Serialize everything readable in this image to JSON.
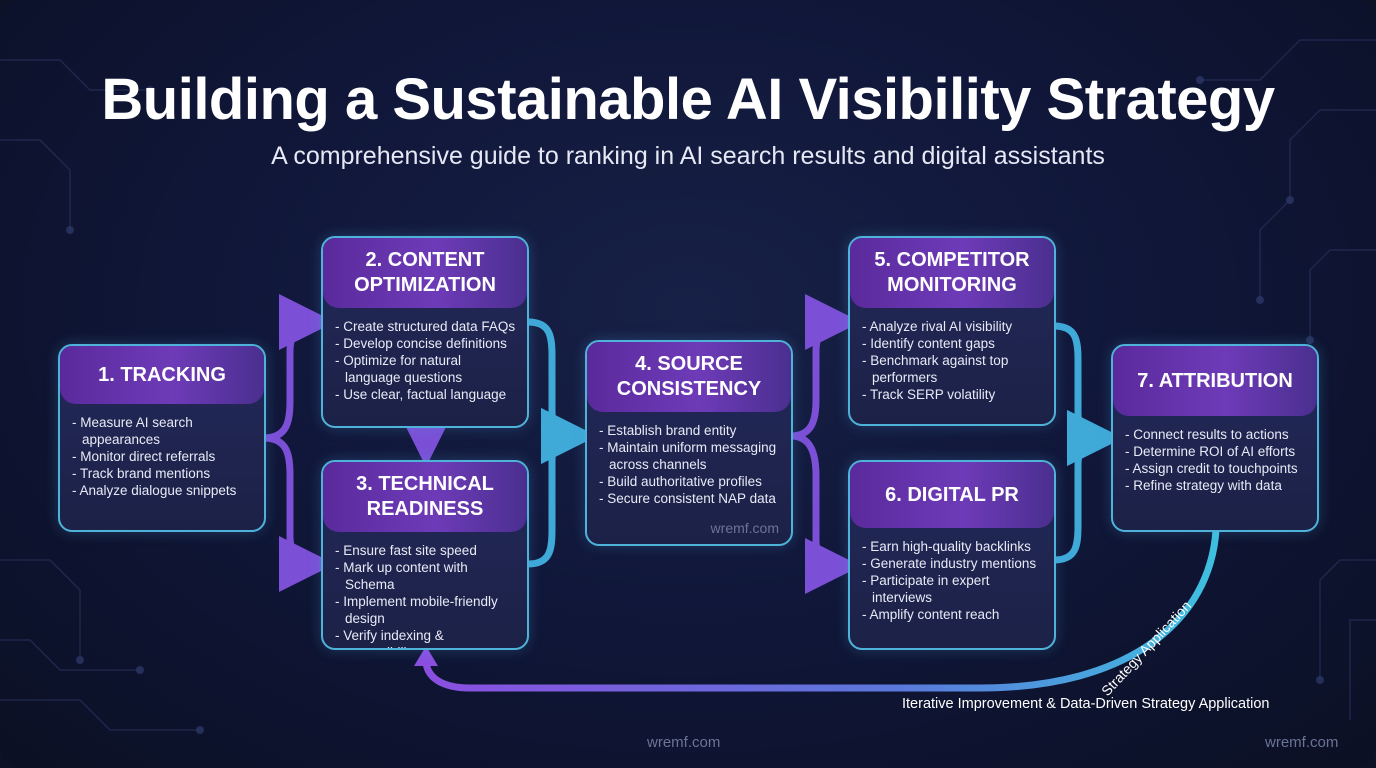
{
  "header": {
    "title": "Building a Sustainable AI Visibility Strategy",
    "subtitle": "A comprehensive guide to ranking in AI search results and digital assistants"
  },
  "steps": [
    {
      "title": "1. TRACKING",
      "items": [
        "Measure AI search appearances",
        "Monitor direct referrals",
        "Track brand mentions",
        "Analyze dialogue snippets"
      ]
    },
    {
      "title": "2. CONTENT OPTIMIZATION",
      "items": [
        "Create structured data FAQs",
        "Develop concise definitions",
        "Optimize for natural language questions",
        "Use clear, factual language"
      ]
    },
    {
      "title": "3. TECHNICAL READINESS",
      "items": [
        "Ensure fast site speed",
        "Mark up content with Schema",
        "Implement mobile-friendly design",
        "Verify indexing & accessibility"
      ]
    },
    {
      "title": "4. SOURCE CONSISTENCY",
      "items": [
        "Establish brand entity",
        "Maintain uniform messaging across channels",
        "Build authoritative profiles",
        "Secure consistent NAP data"
      ]
    },
    {
      "title": "5. COMPETITOR MONITORING",
      "items": [
        "Analyze rival AI visibility",
        "Identify content gaps",
        "Benchmark against top performers",
        "Track SERP volatility"
      ]
    },
    {
      "title": "6. DIGITAL PR",
      "items": [
        "Earn high-quality backlinks",
        "Generate industry mentions",
        "Participate in expert interviews",
        "Amplify content reach"
      ]
    },
    {
      "title": "7. ATTRIBUTION",
      "items": [
        "Connect results to actions",
        "Determine ROI of AI efforts",
        "Assign credit to touchpoints",
        "Refine strategy with data"
      ]
    }
  ],
  "loop": {
    "label_bottom": "Iterative Improvement & Data-Driven Strategy Application",
    "label_curve": "Strategy Application"
  },
  "watermarks": {
    "box": "wremf.com",
    "bottom_center": "wremf.com",
    "bottom_right": "wremf.com"
  },
  "colors": {
    "background": "#10173a",
    "box_border": "#4fb3d9",
    "header_purple": "#6e3bb8",
    "arrow_purple": "#7b4fd6",
    "arrow_cyan": "#3fa9d8"
  }
}
